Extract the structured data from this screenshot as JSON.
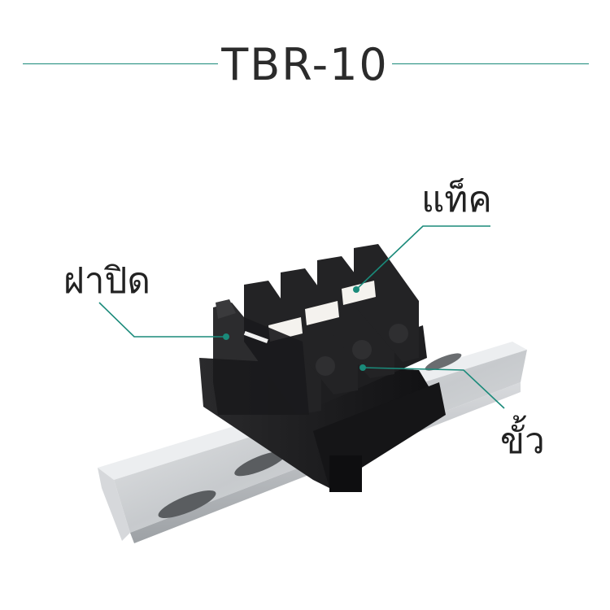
{
  "title": "TBR-10",
  "labels": {
    "cover": "ฝาปิด",
    "jack": "แท็ค",
    "terminal": "ขั้ว"
  },
  "colors": {
    "accent": "#1a8a7a",
    "rail": "#c9ccd0",
    "block": "#1b1b1d"
  }
}
